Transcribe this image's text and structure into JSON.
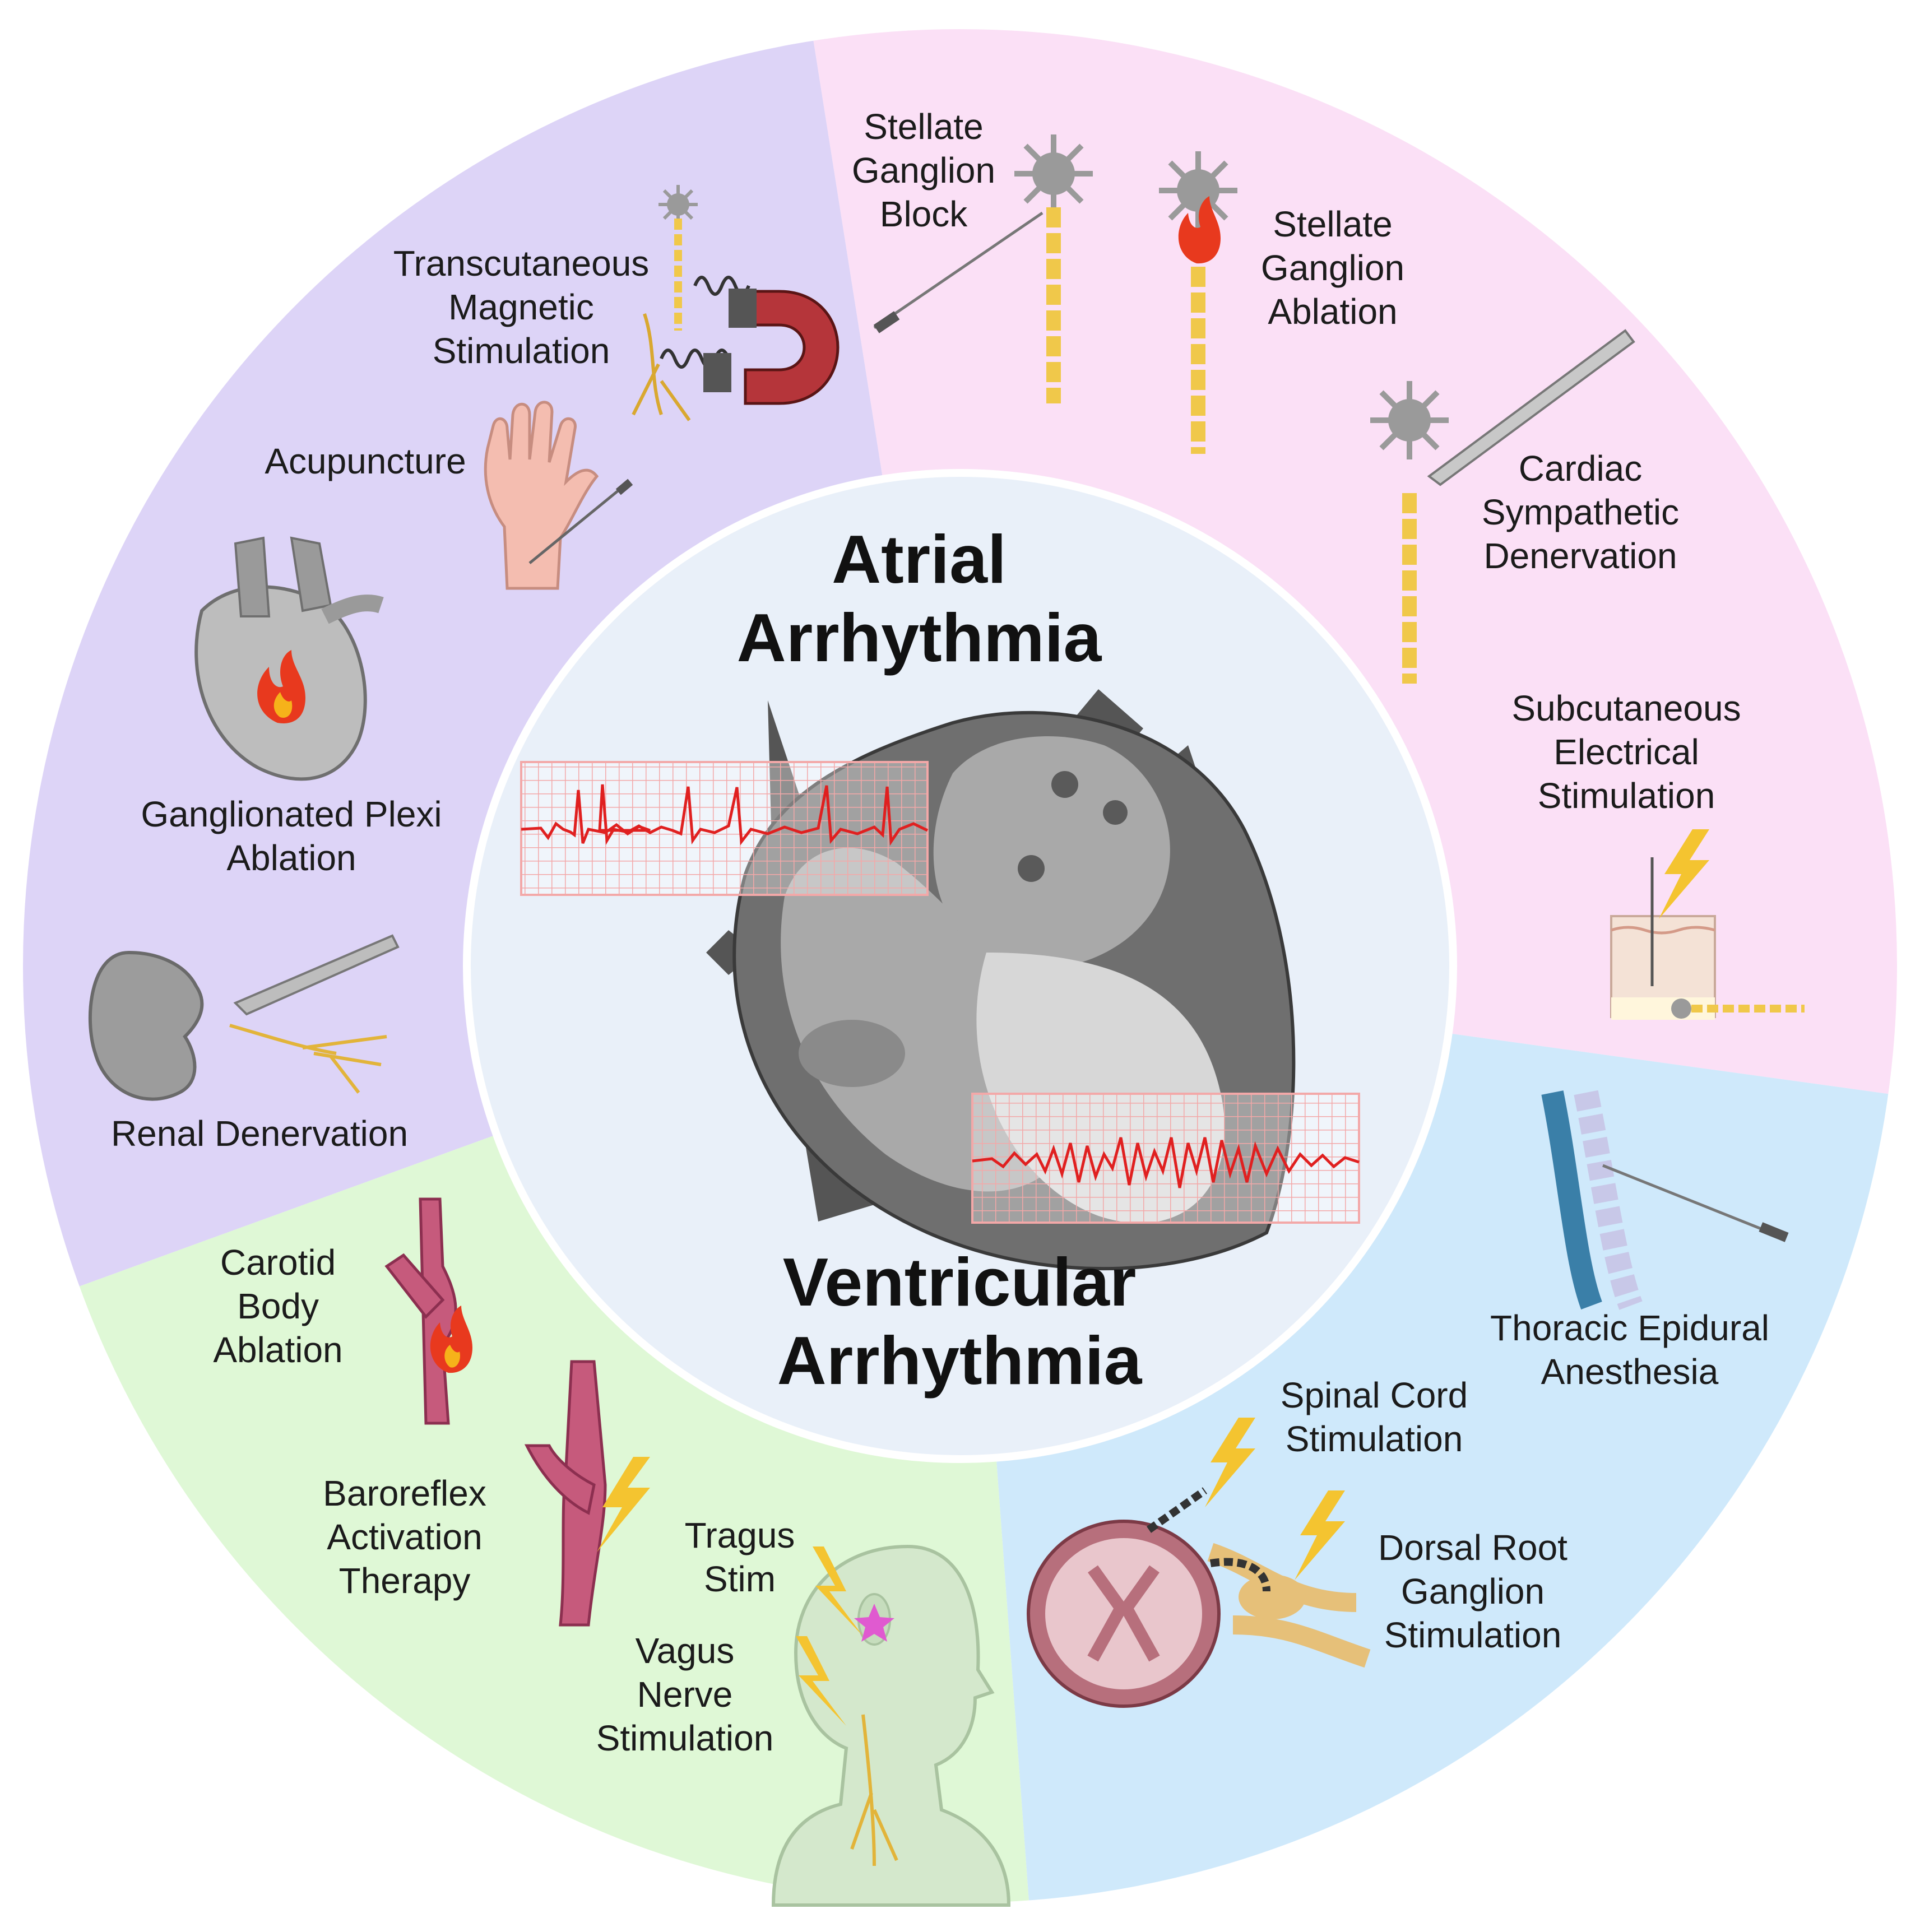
{
  "center": {
    "top_title": [
      "Atrial",
      "Arrhythmia"
    ],
    "bottom_title": [
      "Ventricular",
      "Arrhythmia"
    ]
  },
  "labels": {
    "transcutaneous": [
      "Transcutaneous",
      "Magnetic",
      "Stimulation"
    ],
    "acupuncture": [
      "Acupuncture"
    ],
    "ganglionated": [
      "Ganglionated Plexi",
      "Ablation"
    ],
    "renal": [
      "Renal Denervation"
    ],
    "stellate_block": [
      "Stellate",
      "Ganglion",
      "Block"
    ],
    "stellate_ablation": [
      "Stellate",
      "Ganglion",
      "Ablation"
    ],
    "cardiac_symp": [
      "Cardiac",
      "Sympathetic",
      "Denervation"
    ],
    "subcutaneous": [
      "Subcutaneous",
      "Electrical",
      "Stimulation"
    ],
    "thoracic": [
      "Thoracic Epidural",
      "Anesthesia"
    ],
    "spinal": [
      "Spinal Cord",
      "Stimulation"
    ],
    "dorsal": [
      "Dorsal Root",
      "Ganglion",
      "Stimulation"
    ],
    "carotid": [
      "Carotid",
      "Body",
      "Ablation"
    ],
    "baroreflex": [
      "Baroreflex",
      "Activation",
      "Therapy"
    ],
    "tragus": [
      "Tragus",
      "Stim"
    ],
    "vagus": [
      "Vagus",
      "Nerve",
      "Stimulation"
    ]
  },
  "colors": {
    "purple_sector": "#ddd4f7",
    "pink_sector": "#fbe0f6",
    "blue_sector": "#cfe9fb",
    "green_sector": "#dff8d6",
    "center_disc": "#e9f0f9",
    "ecg_grid": "#f3a8a8",
    "ecg_trace": "#e02020",
    "nerve": "#f0c84a",
    "neuron": "#9a9a9a",
    "vessel": "#c65a7c",
    "flame": "#e8391e",
    "bolt": "#f4c430"
  }
}
